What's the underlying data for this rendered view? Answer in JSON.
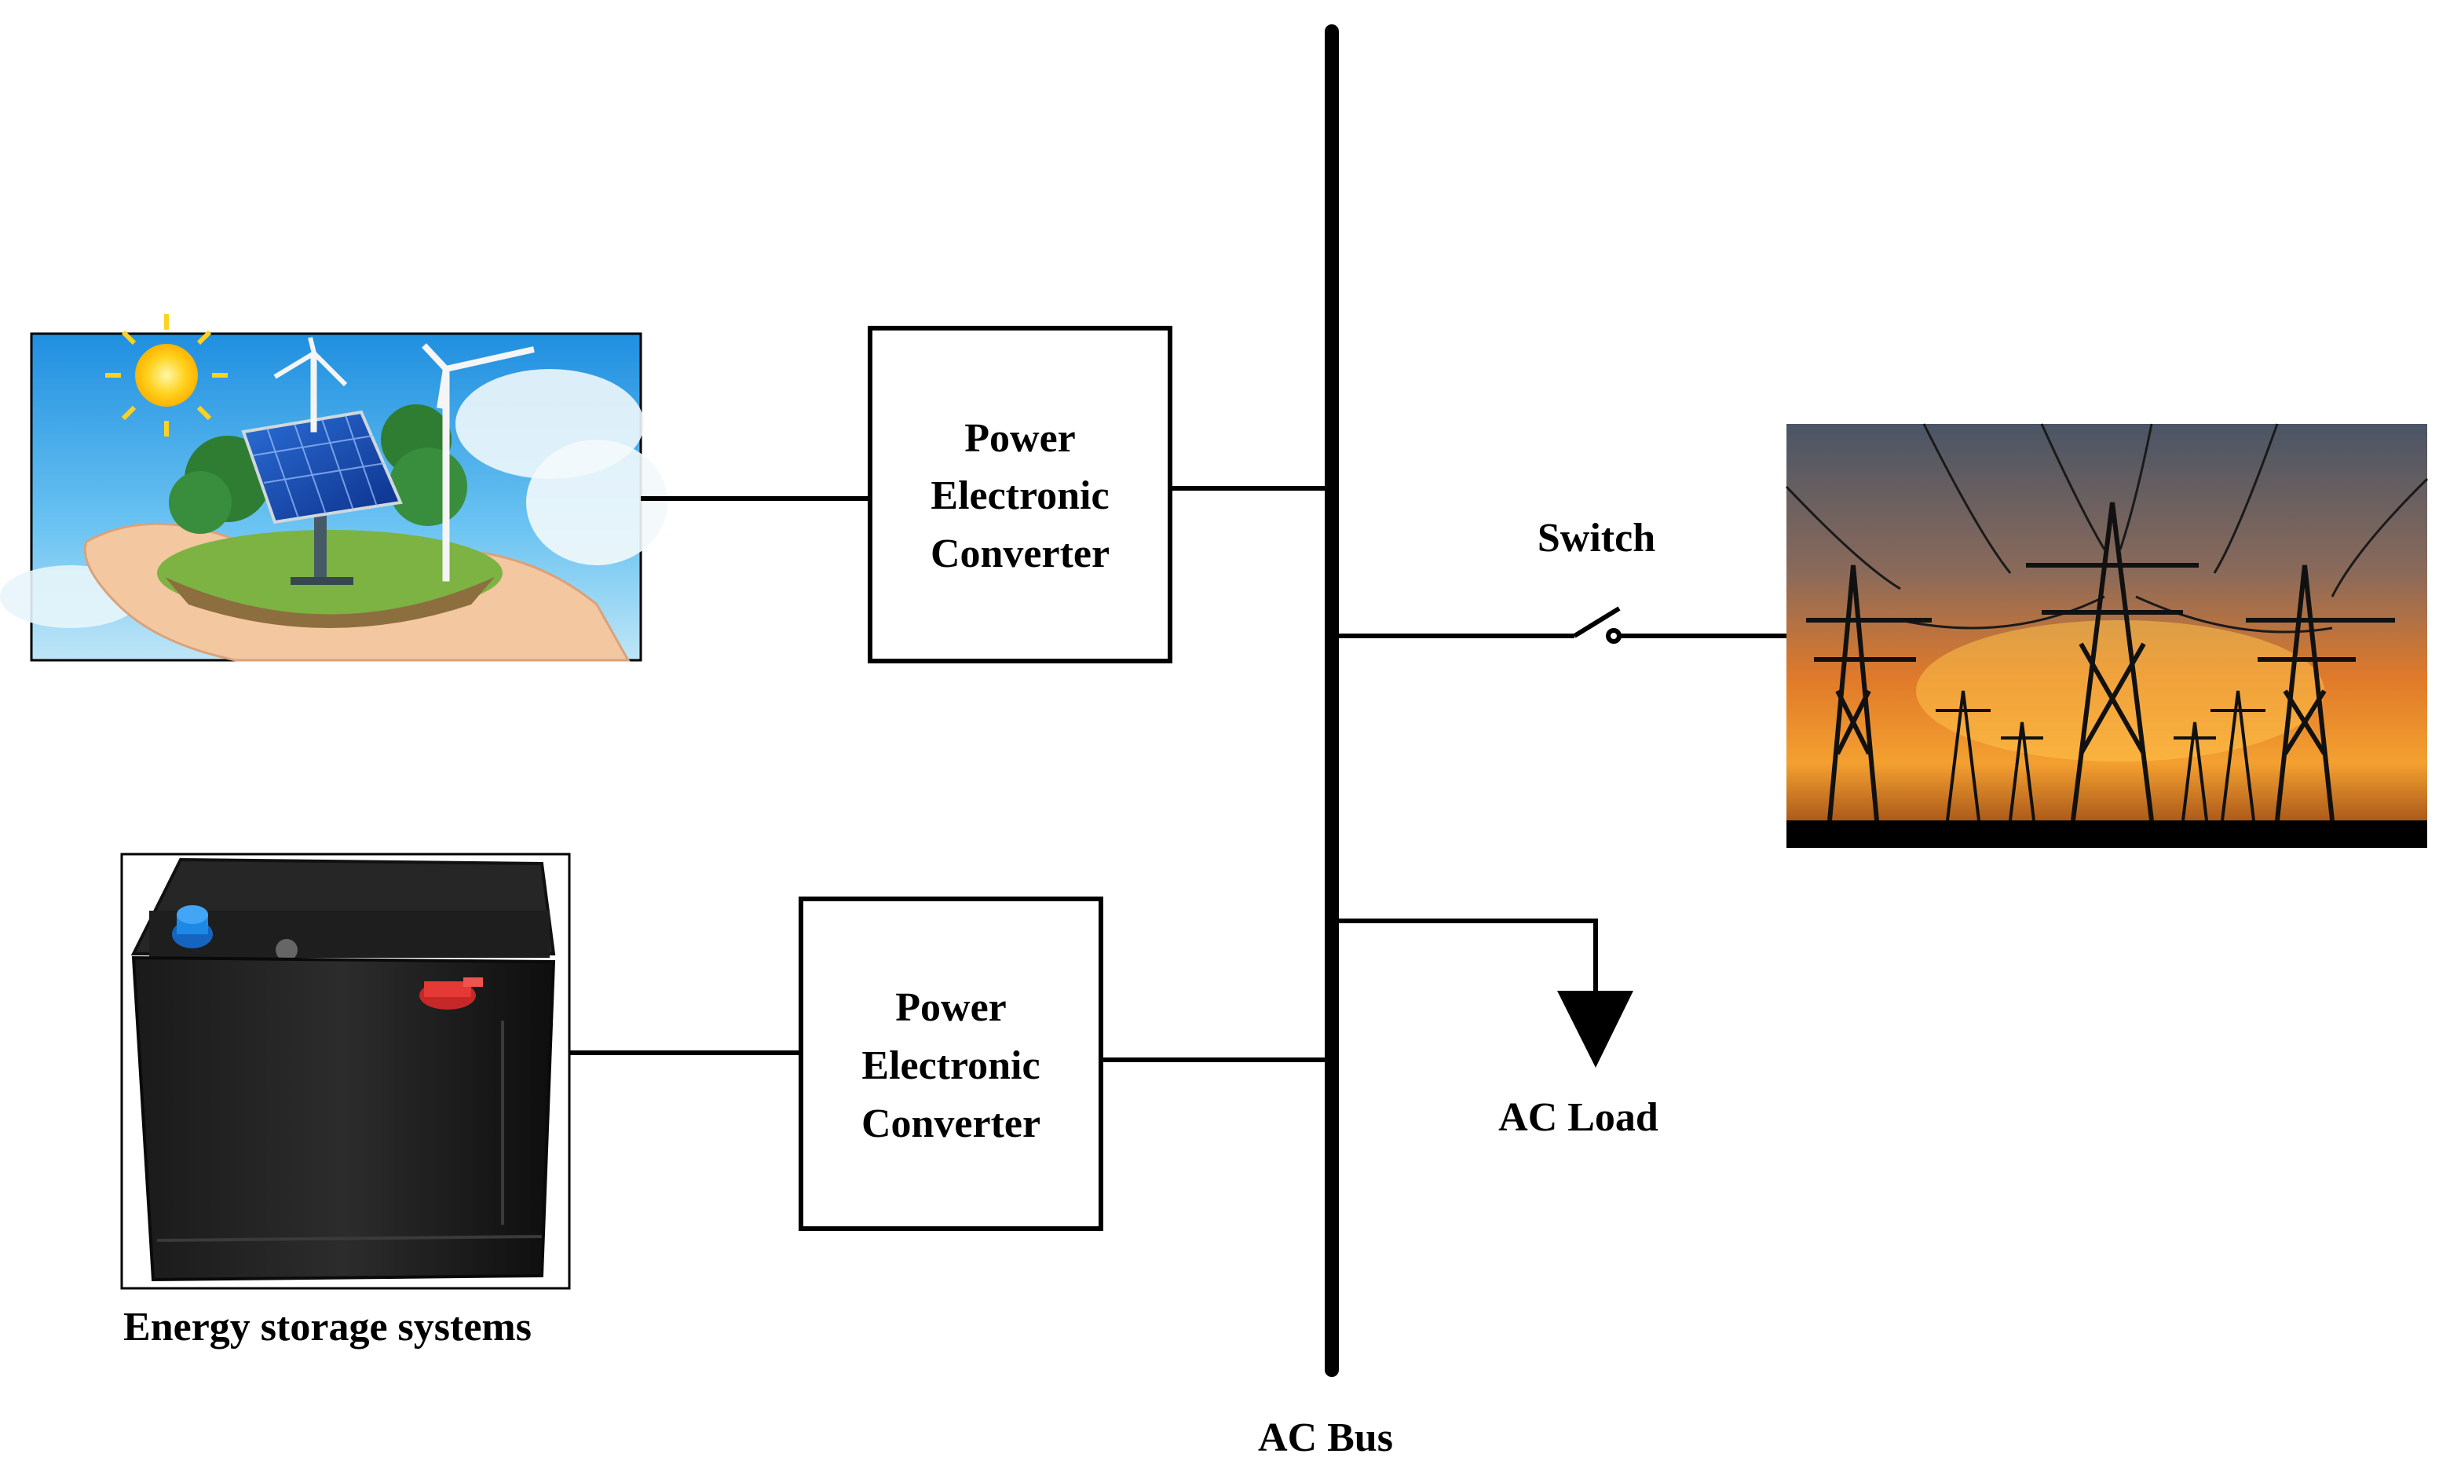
{
  "diagram": {
    "converter_top": {
      "line1": "Power",
      "line2": "Electronic",
      "line3": "Converter"
    },
    "converter_bottom": {
      "line1": "Power",
      "line2": "Electronic",
      "line3": "Converter"
    },
    "switch_label": "Switch",
    "load_label": "AC Load",
    "bus_label": "AC Bus",
    "storage_label": "Energy storage systems",
    "colors": {
      "line": "#000000",
      "background": "#ffffff"
    },
    "icons": {
      "renewable": "renewable-energy-illustration",
      "grid": "transmission-towers-sunset",
      "battery": "battery-illustration"
    }
  }
}
